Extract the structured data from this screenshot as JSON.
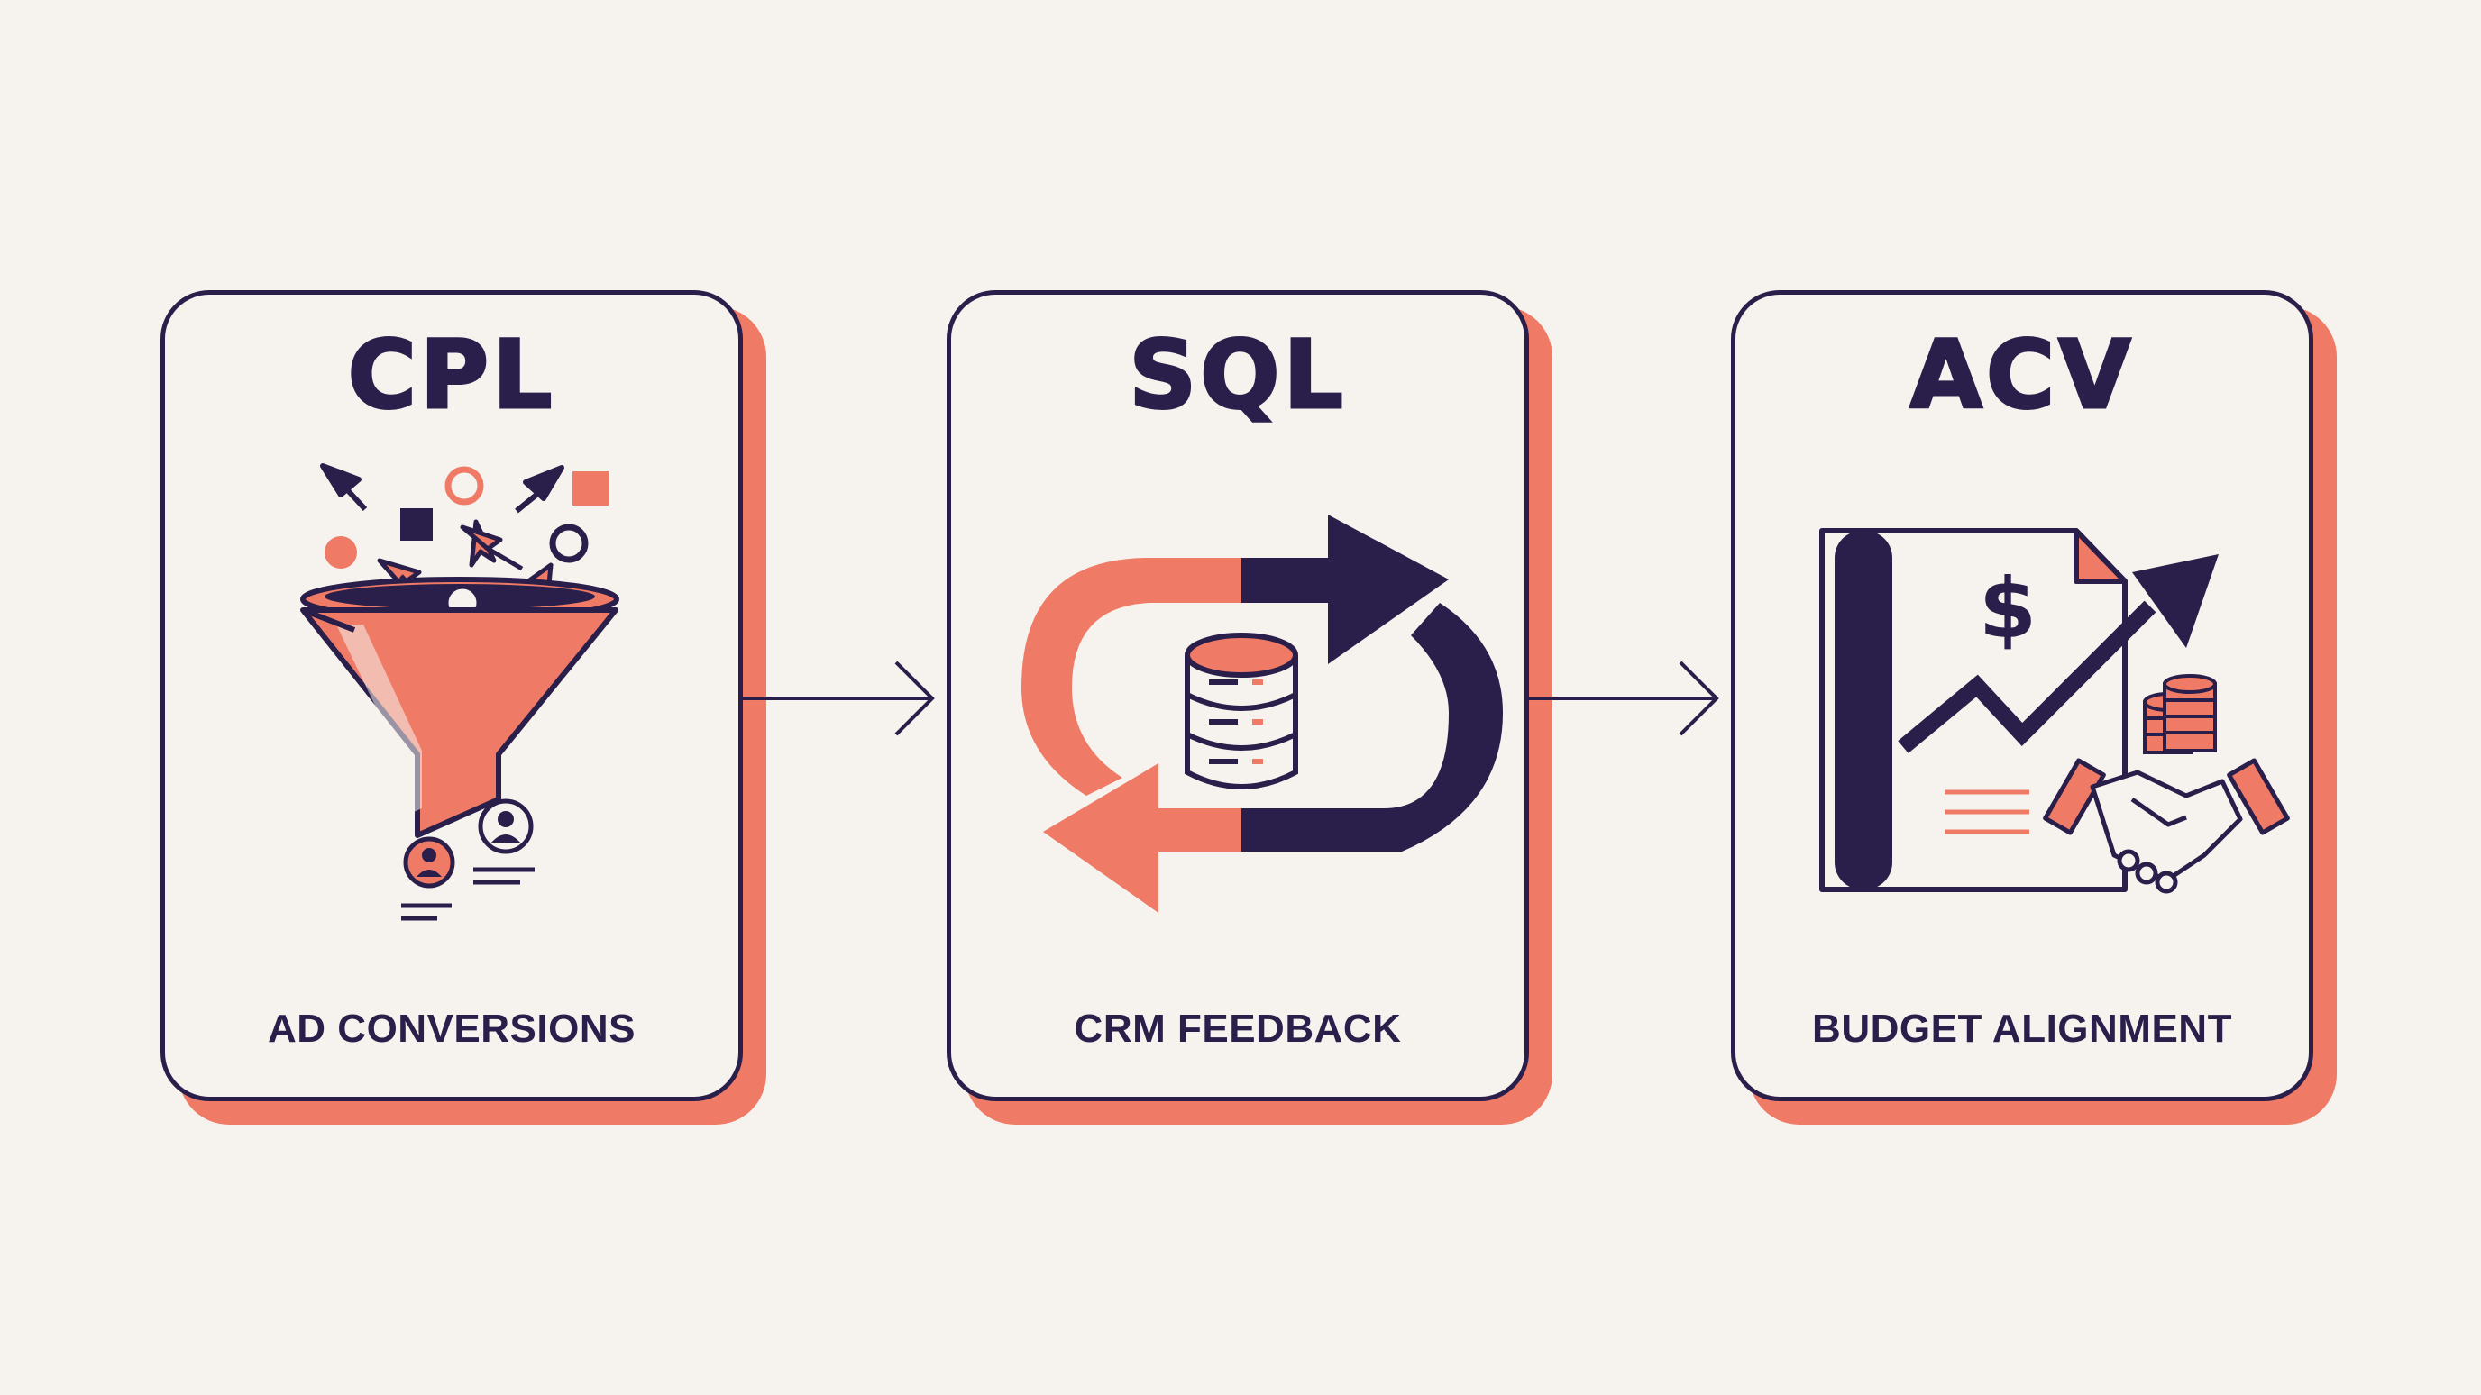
{
  "steps": [
    {
      "title": "CPL",
      "caption": "AD CONVERSIONS",
      "icon": "funnel-icon"
    },
    {
      "title": "SQL",
      "caption": "CRM FEEDBACK",
      "icon": "database-cycle-icon"
    },
    {
      "title": "ACV",
      "caption": "BUDGET ALIGNMENT",
      "icon": "contract-growth-icon"
    }
  ],
  "colors": {
    "background": "#f6f3ee",
    "ink": "#2a1f4a",
    "accent": "#ef7a66"
  }
}
